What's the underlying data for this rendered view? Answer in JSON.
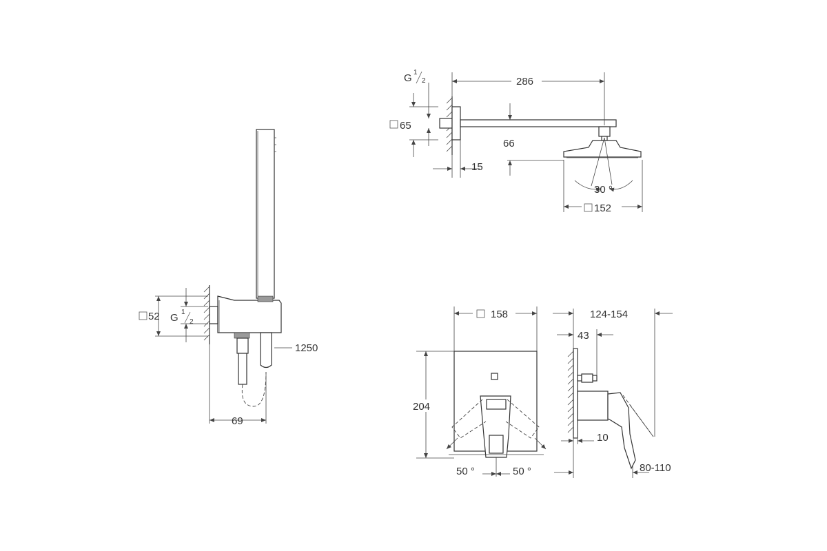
{
  "handshower": {
    "square_label": "52",
    "thread_label": "G",
    "thread_sup": "1",
    "thread_sub": "2",
    "hose_label": "1250",
    "depth_label": "69"
  },
  "head_shower": {
    "thread_label": "G",
    "thread_sup": "1",
    "thread_sub": "2",
    "arm_length_label": "286",
    "flange_label": "65",
    "drop_label": "66",
    "wall_label": "15",
    "angle_label": "30 °",
    "head_size_label": "152"
  },
  "mixer_front": {
    "width_label": "158",
    "height_label": "204",
    "left_angle_label": "50 °",
    "right_angle_label": "50 °"
  },
  "mixer_side": {
    "depth_range_label": "124-154",
    "offset_label": "43",
    "cover_label": "10",
    "install_range_label": "80-110"
  }
}
